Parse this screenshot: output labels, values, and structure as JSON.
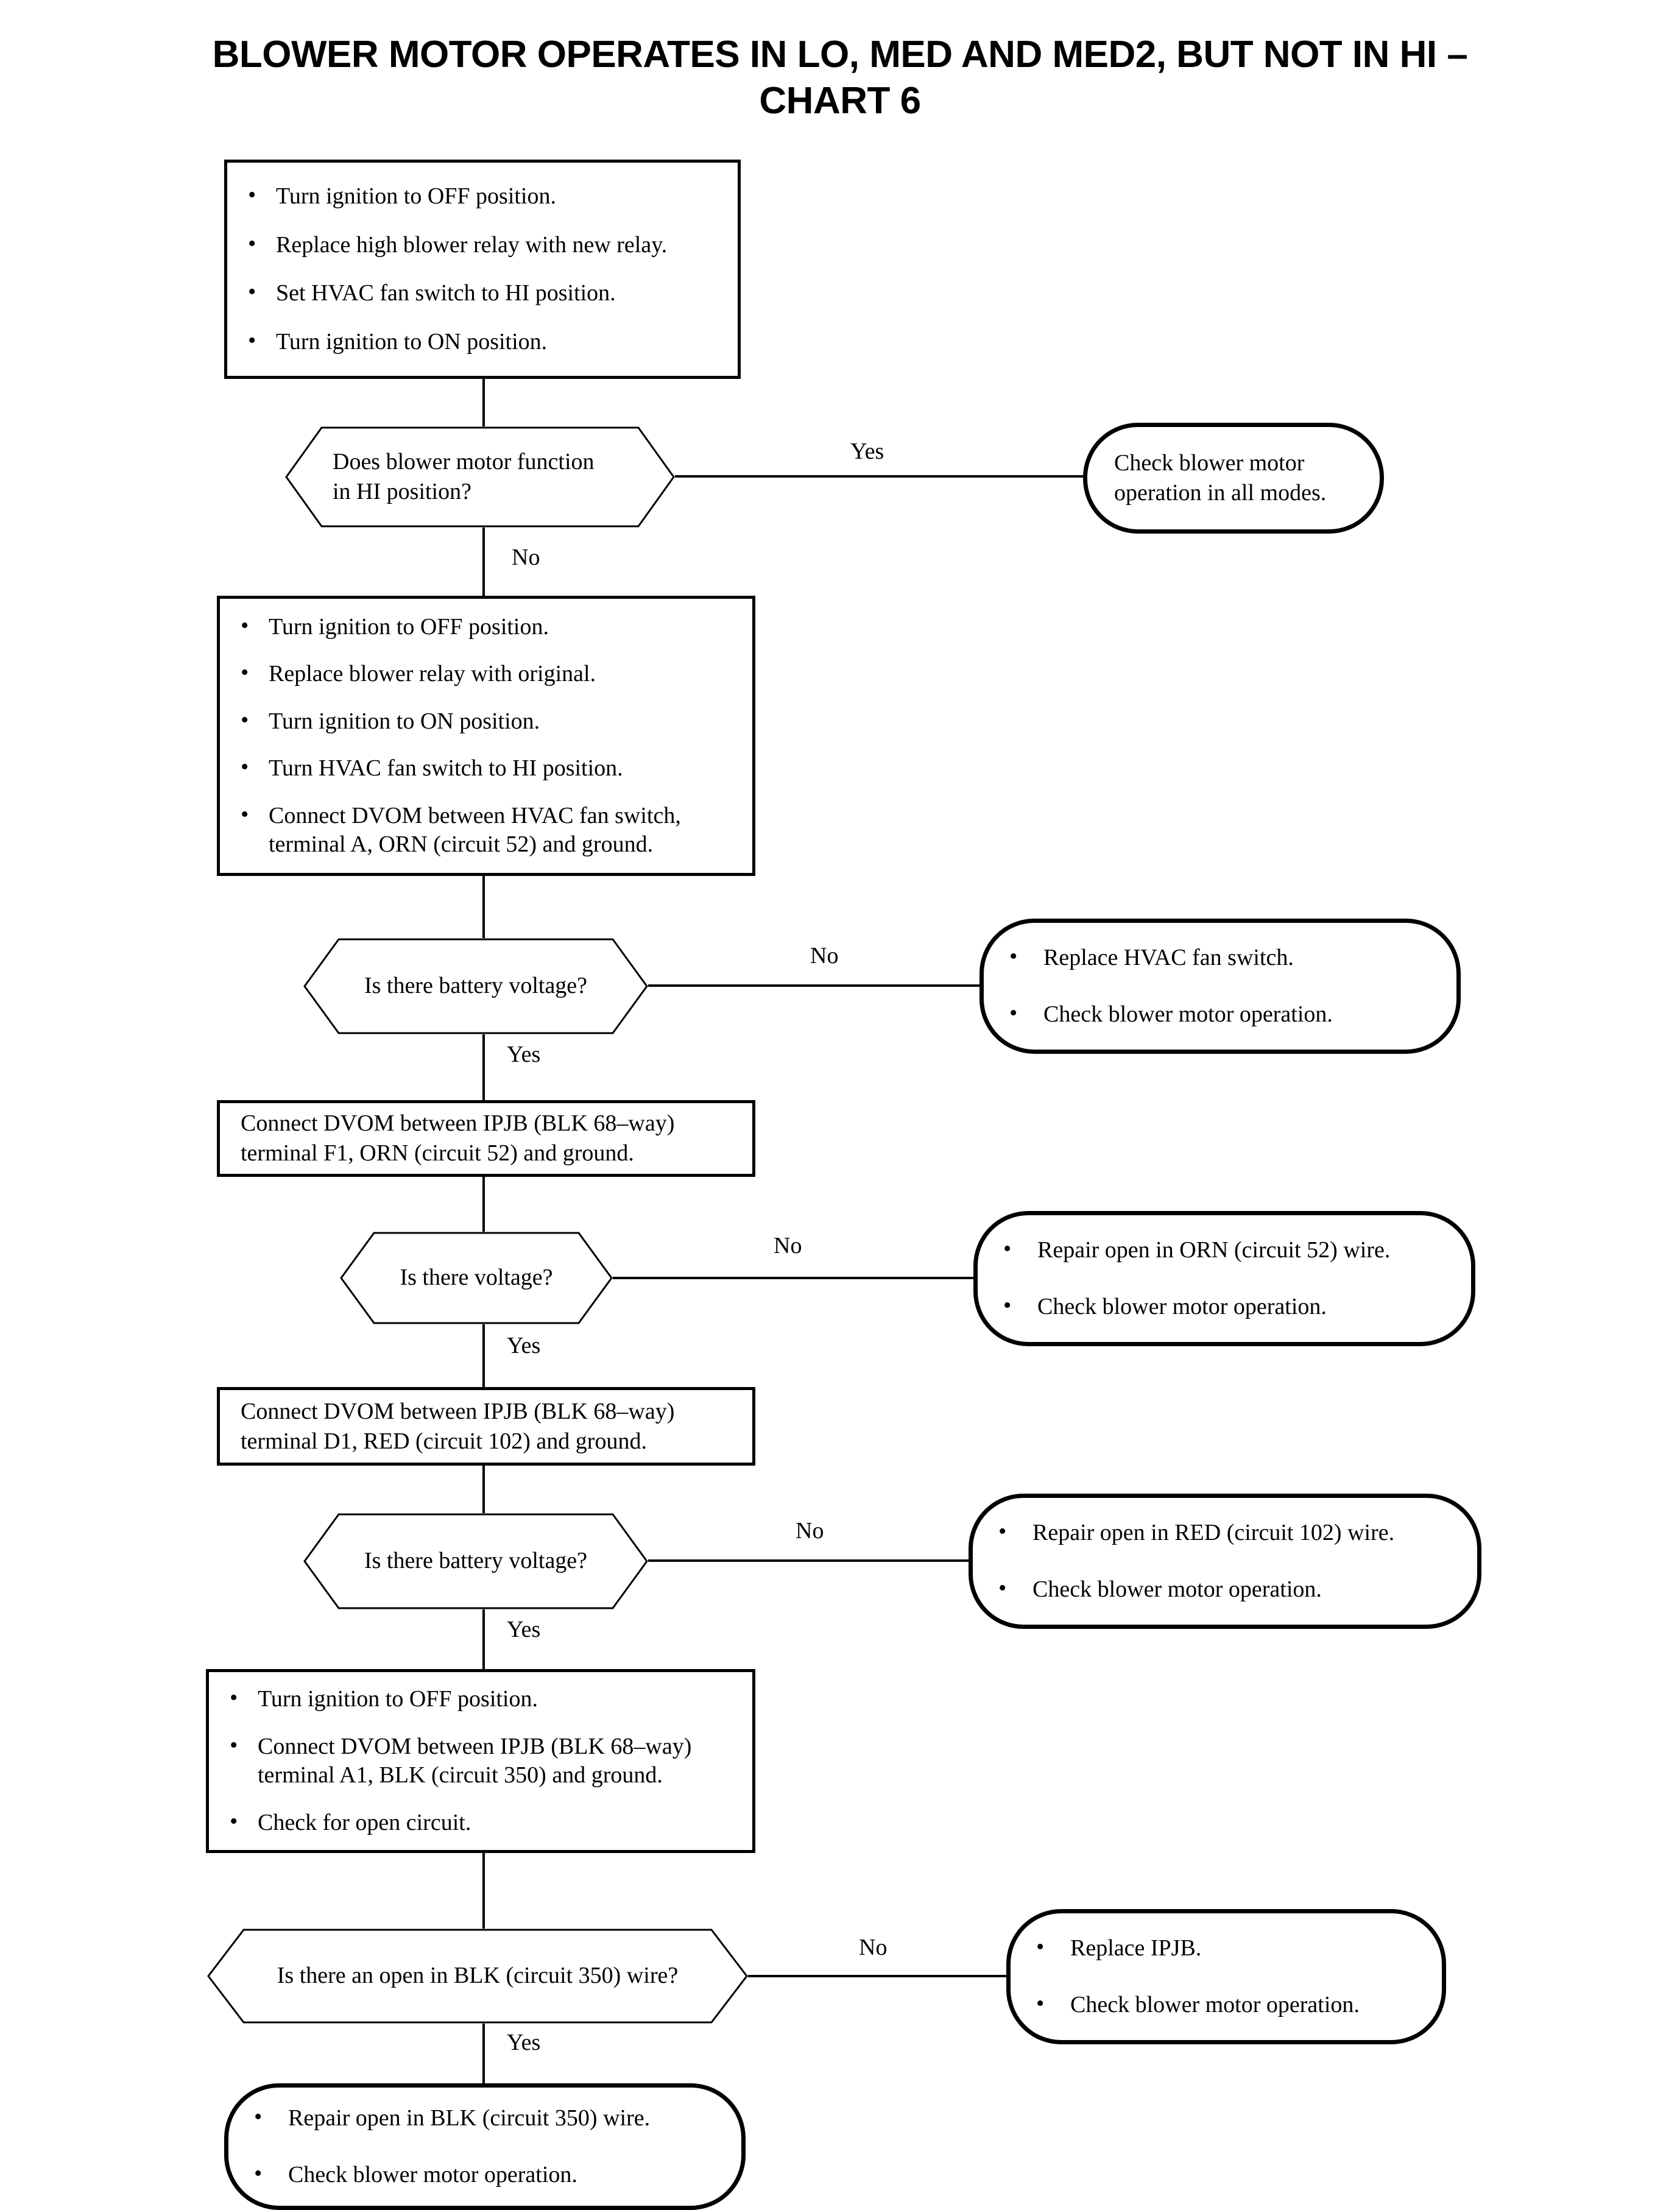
{
  "title": "BLOWER MOTOR OPERATES IN LO, MED AND MED2, BUT NOT IN HI –\nCHART 6",
  "nodes": {
    "step1": {
      "type": "process",
      "bullets": [
        "Turn ignition to OFF position.",
        "Replace high blower relay with new relay.",
        "Set HVAC fan switch to HI position.",
        "Turn ignition to ON position."
      ]
    },
    "decision1": {
      "type": "decision",
      "text": "Does blower motor function\nin HI position?"
    },
    "result1": {
      "type": "terminator",
      "text": "Check blower motor\noperation in all modes."
    },
    "step2": {
      "type": "process",
      "bullets": [
        "Turn ignition to OFF position.",
        "Replace blower relay with original.",
        "Turn ignition to ON position.",
        "Turn HVAC fan switch to HI position.",
        "Connect DVOM between HVAC fan switch,\nterminal A, ORN (circuit 52) and ground."
      ]
    },
    "decision2": {
      "type": "decision",
      "text": "Is there battery voltage?"
    },
    "result2": {
      "type": "terminator",
      "bullets": [
        "Replace HVAC fan switch.",
        "Check blower motor operation."
      ]
    },
    "step3": {
      "type": "process",
      "text": "Connect DVOM between IPJB (BLK 68–way)\nterminal F1, ORN (circuit 52) and ground."
    },
    "decision3": {
      "type": "decision",
      "text": "Is there voltage?"
    },
    "result3": {
      "type": "terminator",
      "bullets": [
        "Repair open in ORN (circuit 52) wire.",
        "Check blower motor operation."
      ]
    },
    "step4": {
      "type": "process",
      "text": "Connect DVOM between IPJB (BLK 68–way)\nterminal D1, RED (circuit 102) and ground."
    },
    "decision4": {
      "type": "decision",
      "text": "Is there battery voltage?"
    },
    "result4": {
      "type": "terminator",
      "bullets": [
        "Repair open in RED (circuit 102) wire.",
        "Check blower motor operation."
      ]
    },
    "step5": {
      "type": "process",
      "bullets": [
        "Turn ignition to OFF position.",
        "Connect DVOM between IPJB (BLK 68–way)\nterminal A1, BLK (circuit 350) and ground.",
        "Check for open circuit."
      ]
    },
    "decision5": {
      "type": "decision",
      "text": "Is there an open in BLK (circuit 350) wire?"
    },
    "result5": {
      "type": "terminator",
      "bullets": [
        "Replace IPJB.",
        "Check blower motor operation."
      ]
    },
    "result6": {
      "type": "terminator",
      "bullets": [
        "Repair open in BLK (circuit 350) wire.",
        "Check blower motor operation."
      ]
    }
  },
  "edge_labels": {
    "yes1": "Yes",
    "no1": "No",
    "no2": "No",
    "yes2": "Yes",
    "no3": "No",
    "yes3": "Yes",
    "no4": "No",
    "yes4": "Yes",
    "no5": "No",
    "yes5": "Yes"
  },
  "colors": {
    "stroke": "#000000",
    "background": "#ffffff"
  }
}
